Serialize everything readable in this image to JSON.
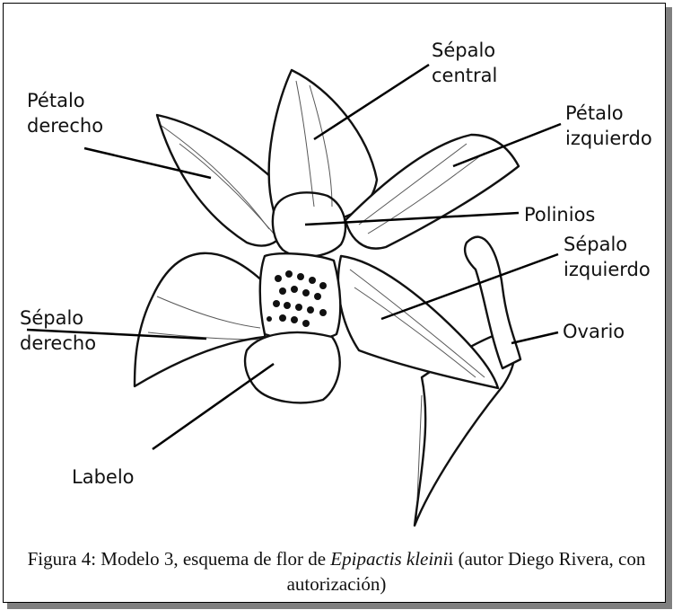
{
  "labels": {
    "sepalo_central": [
      "Sépalo",
      "central"
    ],
    "petalo_derecho": [
      "Pétalo",
      "derecho"
    ],
    "petalo_izquierdo": [
      "Pétalo",
      "izquierdo"
    ],
    "polinios": "Polinios",
    "sepalo_izquierdo": [
      "Sépalo",
      "izquierdo"
    ],
    "sepalo_derecho": [
      "Sépalo",
      "derecho"
    ],
    "ovario": "Ovario",
    "labelo": "Labelo"
  },
  "caption": {
    "prefix": "Figura 4: Modelo 3, esquema de flor de ",
    "species": "Epipactis kleini",
    "suffix": "i (autor Diego Rivera, con autorización)"
  },
  "colors": {
    "ink": "#111111",
    "shadow": "#808080",
    "background": "#ffffff"
  }
}
